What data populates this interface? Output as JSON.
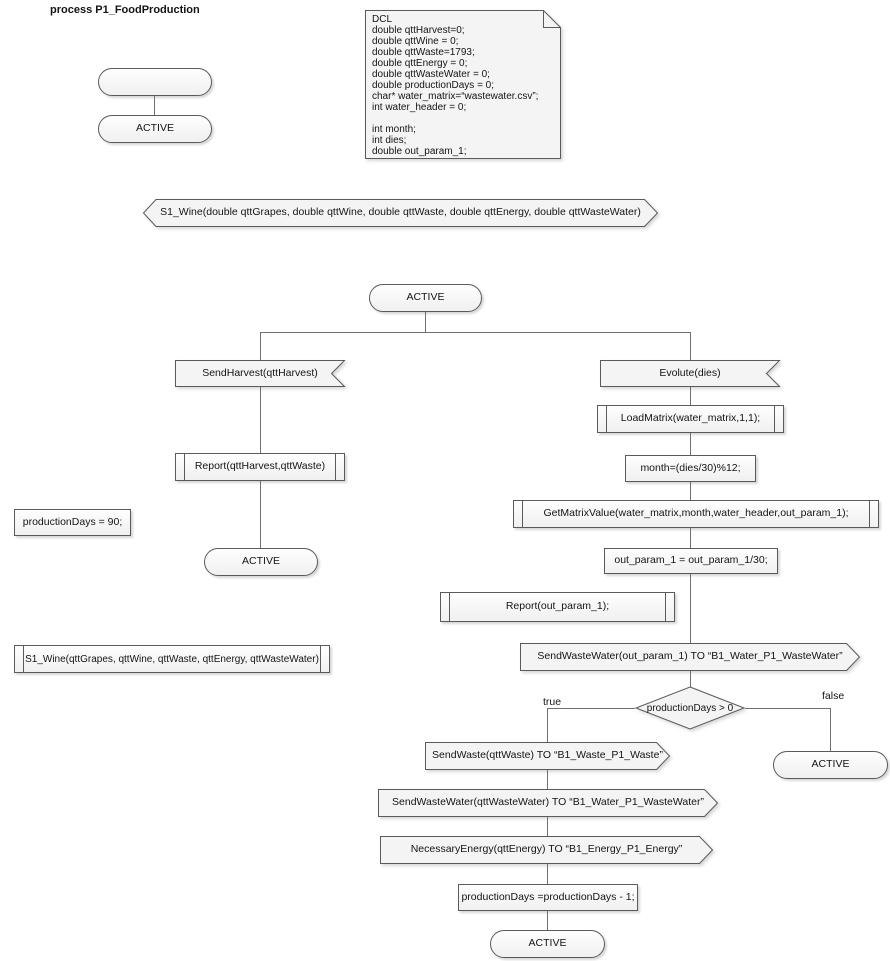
{
  "title": "process P1_FoodProduction",
  "colors": {
    "shape_stroke": "#5a5a5a",
    "shape_fill_top": "#fefefe",
    "shape_fill_bottom": "#f0f0f0",
    "connector": "#707070",
    "text": "#141414",
    "background": "#ffffff"
  },
  "dcl_text": "DCL\ndouble qttHarvest=0;\ndouble qttWine = 0;\ndouble qttWaste=1793;\ndouble qttEnergy = 0;\ndouble qttWasteWater = 0;\ndouble productionDays = 0;\nchar* water_matrix=“wastewater.csv”;\nint water_header = 0;\n\nint month;\nint dies;\ndouble out_param_1;",
  "nodes": {
    "start_state": "",
    "active_initial": "ACTIVE",
    "signal_decl": "S1_Wine(double qttGrapes, double qttWine, double qttWaste, double qttEnergy, double qttWasteWater)",
    "active_main": "ACTIVE",
    "send_harvest": "SendHarvest(qttHarvest)",
    "report_harvest": "Report(qttHarvest,qttWaste)",
    "production_days_init": "productionDays = 90;",
    "active_left": "ACTIVE",
    "s1_wine_call": "S1_Wine(qttGrapes, qttWine, qttWaste, qttEnergy, qttWasteWater)",
    "evolute": "Evolute(dies)",
    "load_matrix": "LoadMatrix(water_matrix,1,1);",
    "month_calc": "month=(dies/30)%12;",
    "get_matrix_value": "GetMatrixValue(water_matrix,month,water_header,out_param_1);",
    "out_param_calc": "out_param_1 = out_param_1/30;",
    "report_out_param": "Report(out_param_1);",
    "send_waste_water_out": "SendWasteWater(out_param_1) TO “B1_Water_P1_WasteWater”",
    "decision": "productionDays > 0",
    "label_true": "true",
    "label_false": "false",
    "send_waste": "SendWaste(qttWaste) TO “B1_Waste_P1_Waste”",
    "send_waste_water2": "SendWasteWater(qttWasteWater) TO “B1_Water_P1_WasteWater”",
    "necessary_energy": "NecessaryEnergy(qttEnergy) TO “B1_Energy_P1_Energy”",
    "production_days_decr": "productionDays =productionDays - 1;",
    "active_loop": "ACTIVE",
    "active_false": "ACTIVE"
  }
}
